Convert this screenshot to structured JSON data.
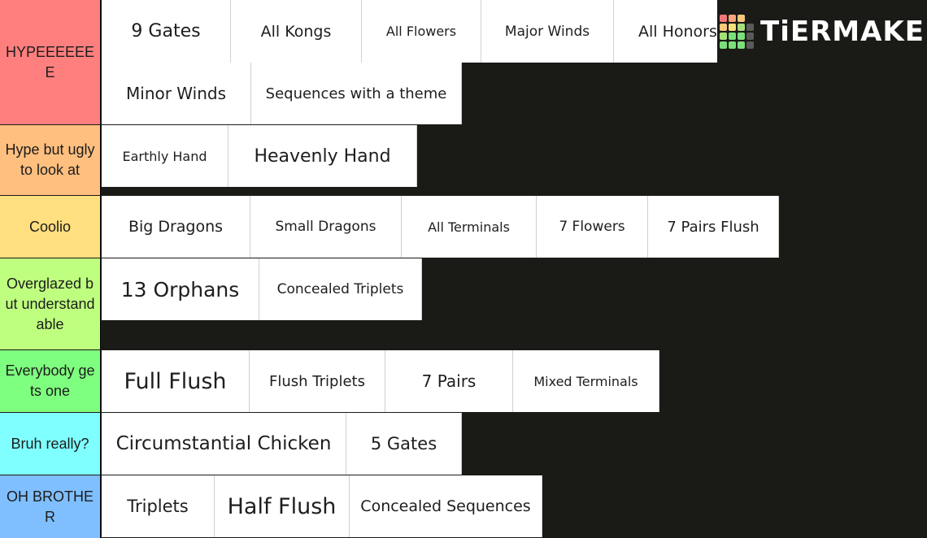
{
  "brand": {
    "name": "TiERMAKER",
    "grid_colors": [
      "#f0787a",
      "#f3a77a",
      "#f5c87c",
      "#1a1a17",
      "#f5c87c",
      "#f7e07c",
      "#a6e07a",
      "#5a5a5a",
      "#a6e07a",
      "#7be07a",
      "#7be07a",
      "#5a5a5a",
      "#7be07a",
      "#7be07a",
      "#7be07a",
      "#5a5a5a"
    ]
  },
  "tiers": [
    {
      "label": "HYPEEEEEEE",
      "color": "#ff7f7f",
      "items": [
        "9 Gates",
        "All Kongs",
        "All Flowers",
        "Major Winds",
        "All Honors",
        "Minor Winds",
        "Sequences with a theme"
      ]
    },
    {
      "label": "Hype but ugly to look at",
      "color": "#ffbf7f",
      "items": [
        "Earthly Hand",
        "Heavenly Hand"
      ]
    },
    {
      "label": "Coolio",
      "color": "#ffdf7f",
      "items": [
        "Big Dragons",
        "Small Dragons",
        "All Terminals",
        "7 Flowers",
        "7 Pairs Flush"
      ]
    },
    {
      "label": "Overglazed but understandable",
      "color": "#bfff7f",
      "items": [
        "13 Orphans",
        "Concealed Triplets"
      ]
    },
    {
      "label": "Everybody gets one",
      "color": "#7fff7f",
      "items": [
        "Full Flush",
        "Flush Triplets",
        "7 Pairs",
        "Mixed Terminals"
      ]
    },
    {
      "label": "Bruh really?",
      "color": "#7fffff",
      "items": [
        "Circumstantial Chicken",
        "5 Gates"
      ]
    },
    {
      "label": "OH BROTHER",
      "color": "#7fbfff",
      "items": [
        "Triplets",
        "Half Flush",
        "Concealed Sequences"
      ]
    }
  ]
}
